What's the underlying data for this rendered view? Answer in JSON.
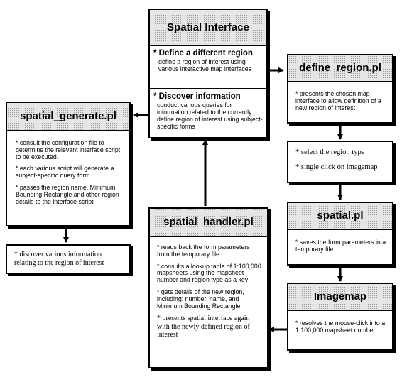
{
  "spatial_interface": {
    "title": "Spatial Interface",
    "sections": [
      {
        "heading": "* Define a different region",
        "text": "define a region of interest using various interactive map interfaces"
      },
      {
        "heading": "* Discover information",
        "text": "conduct various queries for information related to the currently define region of interest using subject-specific forms"
      }
    ]
  },
  "define_region": {
    "title": "define_region.pl",
    "text": "* presents the chosen map interface to allow definition of a new region of interest"
  },
  "select_box": {
    "items": [
      "* select the region type",
      "* single click on imagemap"
    ]
  },
  "spatial_pl": {
    "title": "spatial.pl",
    "text": "* saves the form parameters in a temporary file"
  },
  "imagemap": {
    "title": "Imagemap",
    "text": "* resolves the mouse-click into a 1:100,000 mapsheet number"
  },
  "spatial_generate": {
    "title": "spatial_generate.pl",
    "items": [
      "* consult the configuration file to determine the relevant interface script to be executed.",
      "* each various script will generate a subject-specific query form",
      "* passes the region name, Minimum  Bounding Rectangle and other region details to the interface script"
    ]
  },
  "discover_box": {
    "text": "* discover various information relating to the region of interest"
  },
  "spatial_handler": {
    "title": "spatial_handler.pl",
    "items": [
      "* reads back the form parameters from the temporary file",
      "* consults a lookup table of 1:100,000 mapsheets using the mapsheet number and region type as a key",
      "* gets details of the new region, including: number, name, and Minimum Bounding Rectangle",
      "* presents spatial interface again with the newly defined region of interest"
    ]
  }
}
